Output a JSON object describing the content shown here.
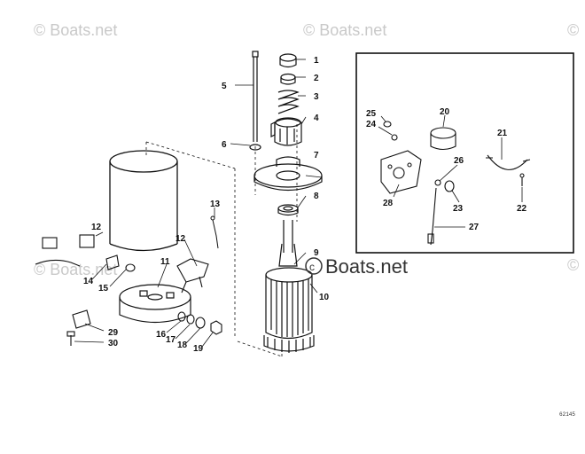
{
  "watermark": {
    "brand": "© Boats.net",
    "copyright_symbol": "©",
    "text": "Boats.net"
  },
  "part_labels": [
    "1",
    "2",
    "3",
    "4",
    "5",
    "6",
    "7",
    "8",
    "9",
    "10",
    "11",
    "12",
    "12",
    "13",
    "14",
    "15",
    "16",
    "17",
    "18",
    "19",
    "20",
    "21",
    "22",
    "23",
    "24",
    "25",
    "26",
    "27",
    "28",
    "29",
    "30"
  ],
  "drawing_code": "62145",
  "colors": {
    "line": "#111111",
    "watermark": "#c9c9c9",
    "background": "#ffffff"
  }
}
